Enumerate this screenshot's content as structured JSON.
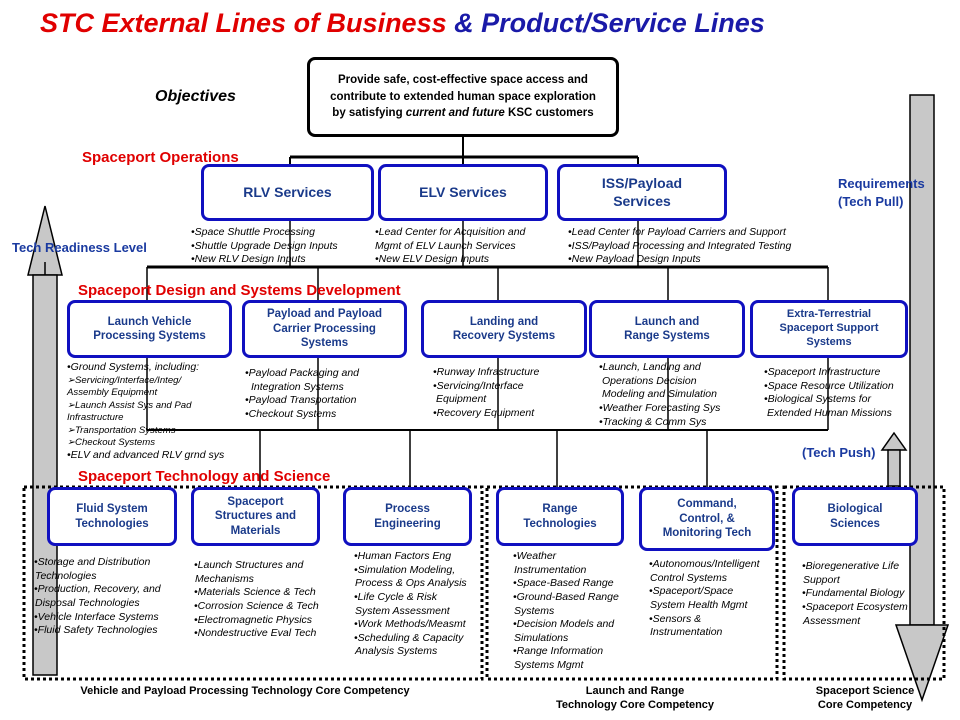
{
  "title": {
    "part1": "STC External Lines of Business",
    "amp": " & ",
    "part2": "Product/Service Lines"
  },
  "objectives_label": "Objectives",
  "objective_box": {
    "line1": "Provide safe, cost-effective space access and",
    "line2": "contribute to extended human space exploration",
    "line3_pre": "by satisfying ",
    "line3_em": "current and future",
    "line3_post": " KSC customers"
  },
  "sections": {
    "ops": "Spaceport Operations",
    "design": "Spaceport Design and Systems Development",
    "tech": "Spaceport Technology and Science"
  },
  "side_labels": {
    "tech_readiness": "Tech Readiness Level",
    "requirements_line1": "Requirements",
    "requirements_line2": "(Tech Pull)",
    "tech_push": "(Tech Push)"
  },
  "ops_boxes": [
    {
      "label": "RLV Services",
      "items": [
        "•Space Shuttle Processing",
        "•Shuttle Upgrade Design Inputs",
        "•New RLV Design Inputs"
      ]
    },
    {
      "label": "ELV Services",
      "items": [
        "•Lead Center for Acquisition and",
        "Mgmt of ELV Launch Services",
        "•New ELV Design Inputs"
      ]
    },
    {
      "label": "ISS/Payload Services",
      "items": [
        "•Lead Center for Payload Carriers and Support",
        "•ISS/Payload Processing and Integrated Testing",
        "•New Payload Design Inputs"
      ]
    }
  ],
  "design_boxes": [
    {
      "label": "Launch Vehicle Processing Systems",
      "items": [
        "•Ground Systems, including:",
        "➢Servicing/Interface/Integ/",
        "Assembly Equipment",
        "➢Launch Assist Sys and Pad",
        "Infrastructure",
        "➢Transportation Systems",
        "➢Checkout Systems",
        "•ELV and advanced RLV grnd sys"
      ]
    },
    {
      "label": "Payload and Payload Carrier Processing Systems",
      "items": [
        "•Payload Packaging and",
        "Integration Systems",
        "•Payload Transportation",
        "•Checkout Systems"
      ]
    },
    {
      "label": "Landing and Recovery Systems",
      "items": [
        "•Runway Infrastructure",
        "•Servicing/Interface",
        "Equipment",
        "•Recovery Equipment"
      ]
    },
    {
      "label": "Launch and Range Systems",
      "items": [
        "•Launch, Landing and",
        "Operations Decision",
        "Modeling and Simulation",
        "•Weather Forecasting Sys",
        "•Tracking & Comm Sys"
      ]
    },
    {
      "label": "Extra-Terrestrial Spaceport Support Systems",
      "items": [
        "•Spaceport Infrastructure",
        "•Space Resource Utilization",
        "•Biological Systems for",
        "Extended Human Missions"
      ]
    }
  ],
  "tech_boxes": [
    {
      "label": "Fluid System Technologies",
      "items": [
        "•Storage and Distribution",
        "Technologies",
        "•Production, Recovery, and",
        "Disposal Technologies",
        "•Vehicle Interface Systems",
        "•Fluid Safety Technologies"
      ]
    },
    {
      "label": "Spaceport Structures and Materials",
      "items": [
        "•Launch Structures and",
        "Mechanisms",
        "•Materials Science & Tech",
        "•Corrosion Science & Tech",
        "•Electromagnetic Physics",
        "•Nondestructive Eval Tech"
      ]
    },
    {
      "label": "Process Engineering",
      "items": [
        "•Human Factors Eng",
        "•Simulation Modeling,",
        "Process & Ops Analysis",
        "•Life Cycle & Risk",
        "System Assessment",
        "•Work Methods/Measmt",
        "•Scheduling & Capacity",
        "Analysis Systems"
      ]
    },
    {
      "label": "Range Technologies",
      "items": [
        "•Weather",
        "Instrumentation",
        "•Space-Based Range",
        "•Ground-Based Range",
        "Systems",
        "•Decision Models and",
        "Simulations",
        "•Range Information",
        "Systems Mgmt"
      ]
    },
    {
      "label": "Command, Control, & Monitoring Tech",
      "items": [
        "•Autonomous/Intelligent",
        "Control Systems",
        "•Spaceport/Space",
        "System Health Mgmt",
        "•Sensors &",
        "Instrumentation"
      ]
    },
    {
      "label": "Biological Sciences",
      "items": [
        "•Bioregenerative Life",
        "Support",
        "•Fundamental Biology",
        "•Spaceport Ecosystem",
        "Assessment"
      ]
    }
  ],
  "footers": {
    "vehicle": "Vehicle and Payload Processing Technology Core Competency",
    "launch_line1": "Launch and Range",
    "launch_line2": "Technology Core Competency",
    "science_line1": "Spaceport Science",
    "science_line2": "Core Competency"
  },
  "colors": {
    "red": "#e00000",
    "blue": "#1010c0",
    "gray": "#c8c8c8"
  }
}
